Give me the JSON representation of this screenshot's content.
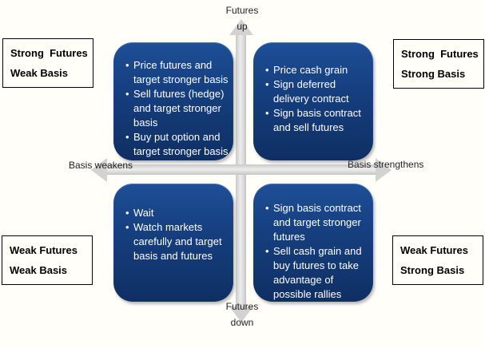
{
  "figure": {
    "background_color": "#fffef9",
    "box_gradient_top": "#1e4f96",
    "box_gradient_bottom": "#0f2f63",
    "arrow_color": "#d2d2d2",
    "text_color_boxes": "#ffffff"
  },
  "axis_labels": {
    "top_line1": "Futures",
    "top_line2": "up",
    "bottom_line1": "Futures",
    "bottom_line2": "down",
    "left": "Basis weakens",
    "right": "Basis strengthens"
  },
  "corner_labels": {
    "top_left": {
      "line1": "Strong  Futures",
      "line2": "Weak Basis"
    },
    "top_right": {
      "line1": "Strong  Futures",
      "line2": "Strong Basis"
    },
    "bottom_left": {
      "line1": "Weak Futures",
      "line2": "Weak Basis"
    },
    "bottom_right": {
      "line1": "Weak Futures",
      "line2": "Strong Basis"
    }
  },
  "quadrants": {
    "top_left": {
      "bullets": [
        "Price futures and target stronger basis",
        "Sell futures (hedge) and target stronger basis",
        "Buy put option and target stronger basis"
      ]
    },
    "top_right": {
      "bullets": [
        "Price cash grain",
        "Sign deferred delivery contract",
        "Sign basis contract and sell futures"
      ]
    },
    "bottom_left": {
      "bullets": [
        "Wait",
        "Watch markets carefully and target basis and futures"
      ]
    },
    "bottom_right": {
      "bullets": [
        "Sign basis contract and target stronger futures",
        "Sell cash grain and buy futures to take advantage of possible rallies"
      ]
    }
  }
}
